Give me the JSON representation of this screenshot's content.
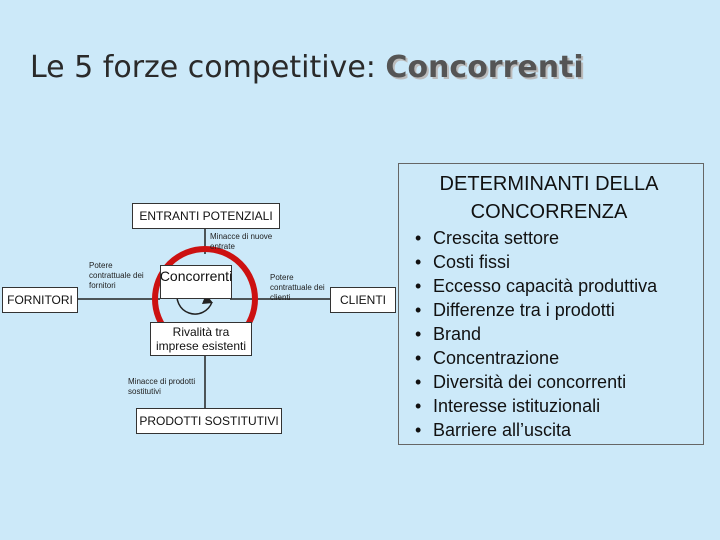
{
  "slide": {
    "title_prefix": "Le 5 forze competitive: ",
    "title_highlight": "Concorrenti"
  },
  "diagram": {
    "entranti": "ENTRANTI POTENZIALI",
    "minacce_entrate": "Minacce di nuove entrate",
    "fornitori": "FORNITORI",
    "potere_fornitori": "Potere contrattuale dei fornitori",
    "concorrenti": "Concorrenti",
    "potere_clienti": "Potere contrattuale dei clienti",
    "clienti": "CLIENTI",
    "rivalita": "Rivalità tra imprese esistenti",
    "minacce_sostitutivi": "Minacce di prodotti sostitutivi",
    "sostitutivi": "PRODOTTI SOSTITUTIVI"
  },
  "determinanti": {
    "title": "DETERMINANTI DELLA CONCORRENZA",
    "items": [
      "Crescita settore",
      "Costi fissi",
      "Eccesso capacità produttiva",
      "Differenze tra i prodotti",
      "Brand",
      "Concentrazione",
      "Diversità dei concorrenti",
      "Interesse istituzionali",
      "Barriere all’uscita"
    ]
  },
  "colors": {
    "background": "#cce9f9",
    "highlight_circle": "#cc1111"
  }
}
